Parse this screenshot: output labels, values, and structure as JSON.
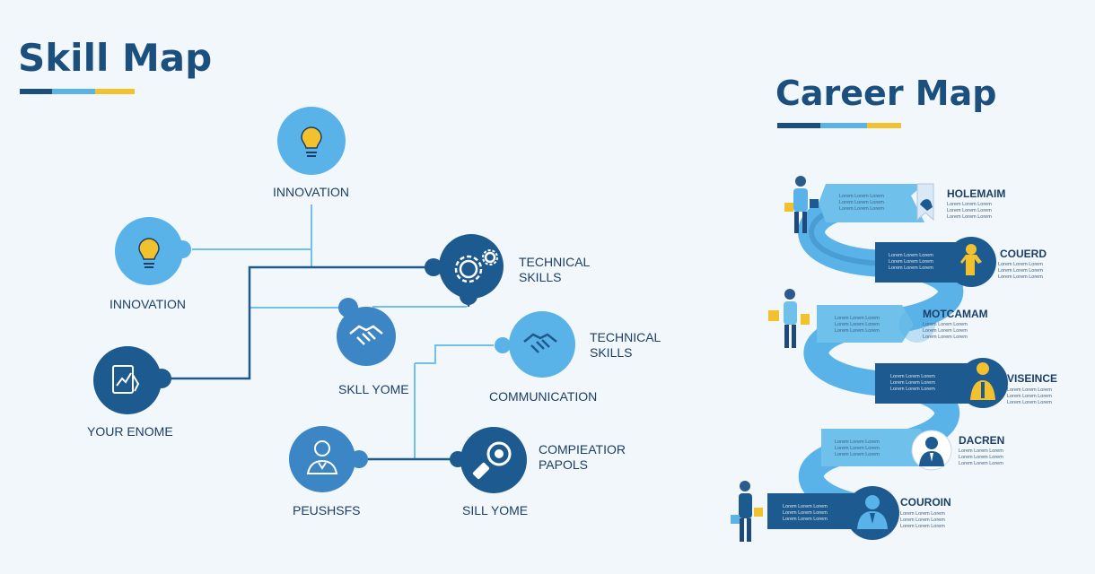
{
  "skill_map": {
    "title": "Skill Map",
    "accent_colors": [
      "#1b4f7d",
      "#5ab3e8",
      "#f2c12e"
    ],
    "nodes": [
      {
        "key": "innovation-top",
        "label": "INNOVATION",
        "icon": "lightbulb-icon"
      },
      {
        "key": "innovation-left",
        "label": "INNOVATION",
        "icon": "lightbulb-icon"
      },
      {
        "key": "your-enome",
        "label": "YOUR ENOME",
        "icon": "tablet-chart-icon"
      },
      {
        "key": "technical-skills-1",
        "label": "TECHNICAL\nSKILLS",
        "icon": "gears-icon"
      },
      {
        "key": "skill-yome-1",
        "label": "SKLL YOME",
        "icon": "handshake-icon"
      },
      {
        "key": "technical-skills-2",
        "label": "TECHNICAL\nSKILLS",
        "icon": "handshake-icon"
      },
      {
        "key": "communication",
        "label": "COMMUNICATION",
        "icon": ""
      },
      {
        "key": "peushsfs",
        "label": "PEUSHSFS",
        "icon": "person-icon"
      },
      {
        "key": "compieatior-papols",
        "label": "COMPIEATIOR\nPAPOLS",
        "icon": ""
      },
      {
        "key": "sill-yome",
        "label": "SILL YOME",
        "icon": "magnifier-icon"
      }
    ]
  },
  "career_map": {
    "title": "Career Map",
    "accent_colors": [
      "#1b4f7d",
      "#5ab3e8",
      "#f2c12e"
    ],
    "lorem_text": "Lorem Lorem Lorem",
    "steps": [
      {
        "label": "HOLEMAIM",
        "icon": "hand-icon"
      },
      {
        "label": "COUERD",
        "icon": "person-yellow-icon"
      },
      {
        "label": "MOTCAMAM",
        "icon": "person-badge-icon"
      },
      {
        "label": "VISEINCE",
        "icon": "person-yellow-icon"
      },
      {
        "label": "DACREN",
        "icon": "businessman-icon"
      },
      {
        "label": "COUROIN",
        "icon": "businessman-icon"
      }
    ]
  }
}
